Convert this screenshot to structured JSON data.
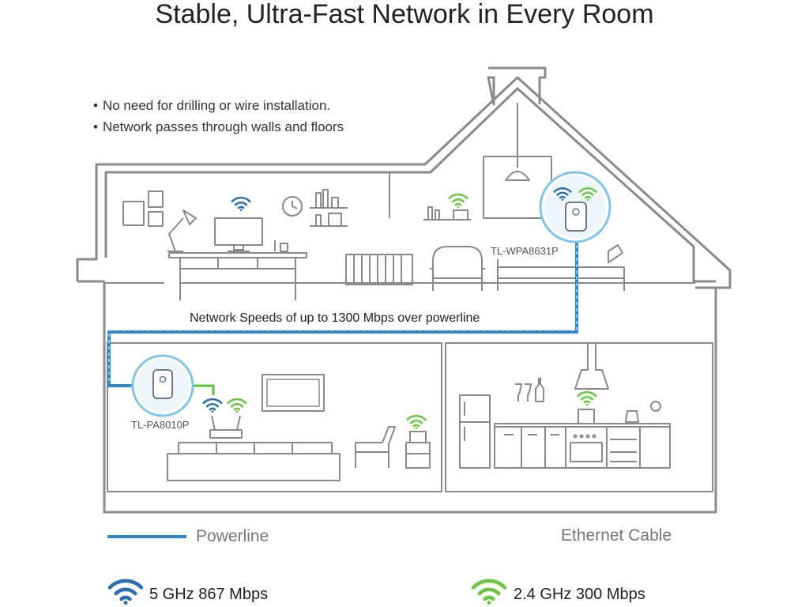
{
  "title": "Stable, Ultra-Fast Network in Every Room",
  "bullets": [
    "No need for drilling or wire installation.",
    "Network passes through walls and floors"
  ],
  "devices": {
    "upstairs": "TL-WPA8631P",
    "downstairs": "TL-PA8010P"
  },
  "speed_note": "Network Speeds of up to 1300 Mbps over powerline",
  "legend": {
    "powerline": "Powerline",
    "ethernet": "Ethernet Cable"
  },
  "bands": {
    "band_5": "5 GHz  867 Mbps",
    "band_24": "2.4 GHz  300 Mbps"
  },
  "colors": {
    "powerline": "#2f86c8",
    "ethernet": "#5cc23a",
    "wifi_5": "#2a6fb0",
    "wifi_24": "#6cc644",
    "outline": "#8a8a8a"
  },
  "icons": [
    "wifi-icon",
    "lamp-icon",
    "clock-icon",
    "monitor-icon",
    "radiator-icon",
    "armchair-icon",
    "bed-icon",
    "sofa-icon",
    "router-icon",
    "fridge-icon",
    "range-hood-icon",
    "stove-icon"
  ]
}
